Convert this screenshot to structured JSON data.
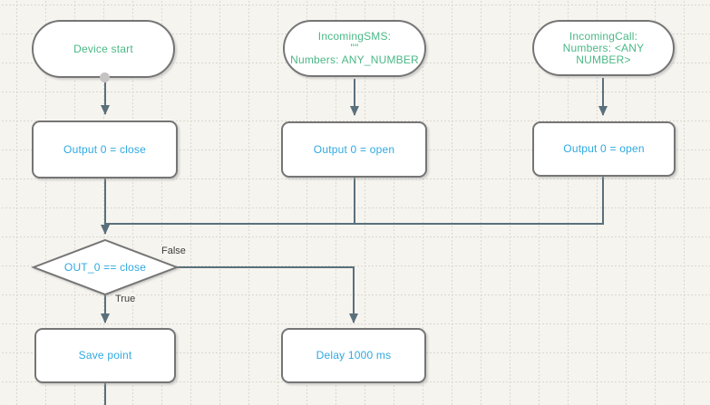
{
  "colors": {
    "canvas_bg": "#f6f4ef",
    "grid_line": "#dbd7d0",
    "edge_color": "#5a707c",
    "shape_border": "#757575",
    "event_text": "#4ab886",
    "action_text": "#2fa9e1",
    "label_text": "#3c3c3c",
    "connector_dot": "#c5c4c2"
  },
  "nodes": {
    "device_start": {
      "label": "Device start"
    },
    "incoming_sms": {
      "line1": "IncomingSMS:",
      "line2": "\"\"",
      "line3": "Numbers: ANY_NUMBER"
    },
    "incoming_call": {
      "line1": "IncomingCall:",
      "line2": "Numbers: <ANY",
      "line3": "NUMBER>"
    },
    "output_close": {
      "label": "Output 0 = close"
    },
    "output_open_sms": {
      "label": "Output 0 = open"
    },
    "output_open_call": {
      "label": "Output 0 = open"
    },
    "decision": {
      "label": "OUT_0 == close"
    },
    "save_point": {
      "label": "Save point"
    },
    "delay": {
      "label": "Delay 1000 ms"
    }
  },
  "edge_labels": {
    "false_branch": "False",
    "true_branch": "True"
  }
}
